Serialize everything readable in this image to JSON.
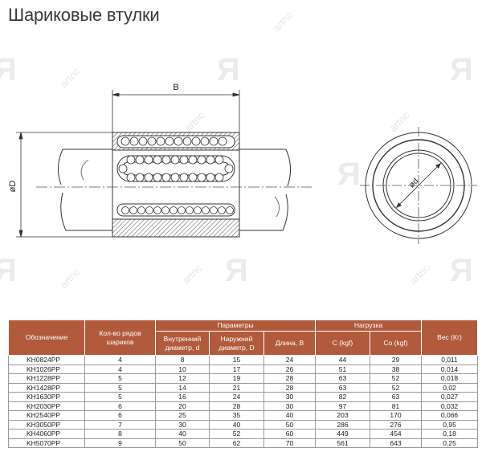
{
  "page": {
    "title": "Шариковые втулки"
  },
  "drawing": {
    "label_b": "B",
    "label_d_outer": "øD",
    "label_d_inner": "ød",
    "watermark_text": "artnc",
    "line_color": "#333333"
  },
  "table": {
    "header_color": "#b15a3c",
    "columns": {
      "designation": "Обозначение",
      "ball_rows": "Кол-во рядов шариков",
      "params_group": "Параметры",
      "inner_d": "Внутренний диаметр, d",
      "outer_d": "Наружний диаметр, D",
      "length": "Длина, B",
      "load_group": "Нагрузка",
      "c_kgf": "C (kgf)",
      "co_kgf": "Co (kgf)",
      "weight": "Вес (Кг)"
    },
    "rows": [
      [
        "KH0824PP",
        "4",
        "8",
        "15",
        "24",
        "44",
        "29",
        "0,011"
      ],
      [
        "KH1026PP",
        "4",
        "10",
        "17",
        "26",
        "51",
        "38",
        "0,014"
      ],
      [
        "KH1228PP",
        "5",
        "12",
        "19",
        "28",
        "63",
        "52",
        "0,018"
      ],
      [
        "KH1428PP",
        "5",
        "14",
        "21",
        "28",
        "63",
        "52",
        "0,02"
      ],
      [
        "KH1630PP",
        "5",
        "16",
        "24",
        "30",
        "82",
        "63",
        "0,027"
      ],
      [
        "KH2030PP",
        "6",
        "20",
        "28",
        "30",
        "97",
        "81",
        "0,032"
      ],
      [
        "KH2540PP",
        "6",
        "25",
        "35",
        "40",
        "203",
        "170",
        "0,066"
      ],
      [
        "KH3050PP",
        "7",
        "30",
        "40",
        "50",
        "286",
        "276",
        "0,95"
      ],
      [
        "KH4060PP",
        "8",
        "40",
        "52",
        "60",
        "449",
        "454",
        "0,18"
      ],
      [
        "KH5070PP",
        "9",
        "50",
        "62",
        "70",
        "561",
        "643",
        "0,25"
      ]
    ]
  }
}
